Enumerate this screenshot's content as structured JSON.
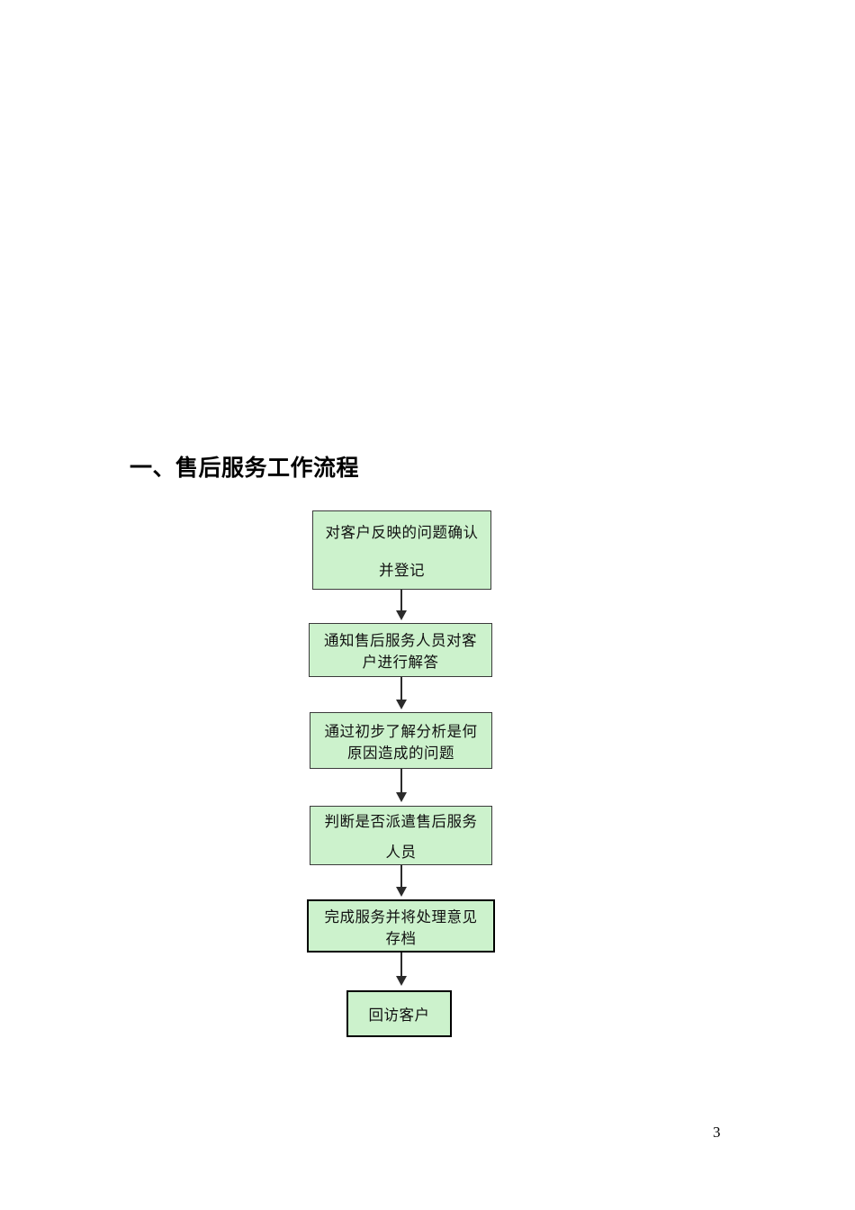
{
  "document": {
    "heading": "一、售后服务工作流程",
    "page_number": "3",
    "background_color": "#ffffff"
  },
  "flowchart": {
    "node_fill_color": "#CCF2CC",
    "node_border_color": "#3b3b3b",
    "connector_color": "#2b2b2b",
    "nodes": [
      {
        "id": "node-1",
        "lines": [
          "对客户反映的问题确认",
          "并登记"
        ],
        "emphasis": false
      },
      {
        "id": "node-2",
        "lines": [
          "通知售后服务人员对客",
          "户进行解答"
        ],
        "emphasis": false
      },
      {
        "id": "node-3",
        "lines": [
          "通过初步了解分析是何",
          "原因造成的问题"
        ],
        "emphasis": false
      },
      {
        "id": "node-4",
        "lines": [
          "判断是否派遣售后服务",
          "人员"
        ],
        "emphasis": false
      },
      {
        "id": "node-5",
        "lines": [
          "完成服务并将处理意见",
          "存档"
        ],
        "emphasis": true
      },
      {
        "id": "node-6",
        "lines": [
          "回访客户"
        ],
        "emphasis": true
      }
    ],
    "connectors": [
      {
        "id": "arrow-1",
        "from": "node-1",
        "to": "node-2"
      },
      {
        "id": "arrow-2",
        "from": "node-2",
        "to": "node-3"
      },
      {
        "id": "arrow-3",
        "from": "node-3",
        "to": "node-4"
      },
      {
        "id": "arrow-4",
        "from": "node-4",
        "to": "node-5"
      },
      {
        "id": "arrow-5",
        "from": "node-5",
        "to": "node-6"
      }
    ]
  }
}
